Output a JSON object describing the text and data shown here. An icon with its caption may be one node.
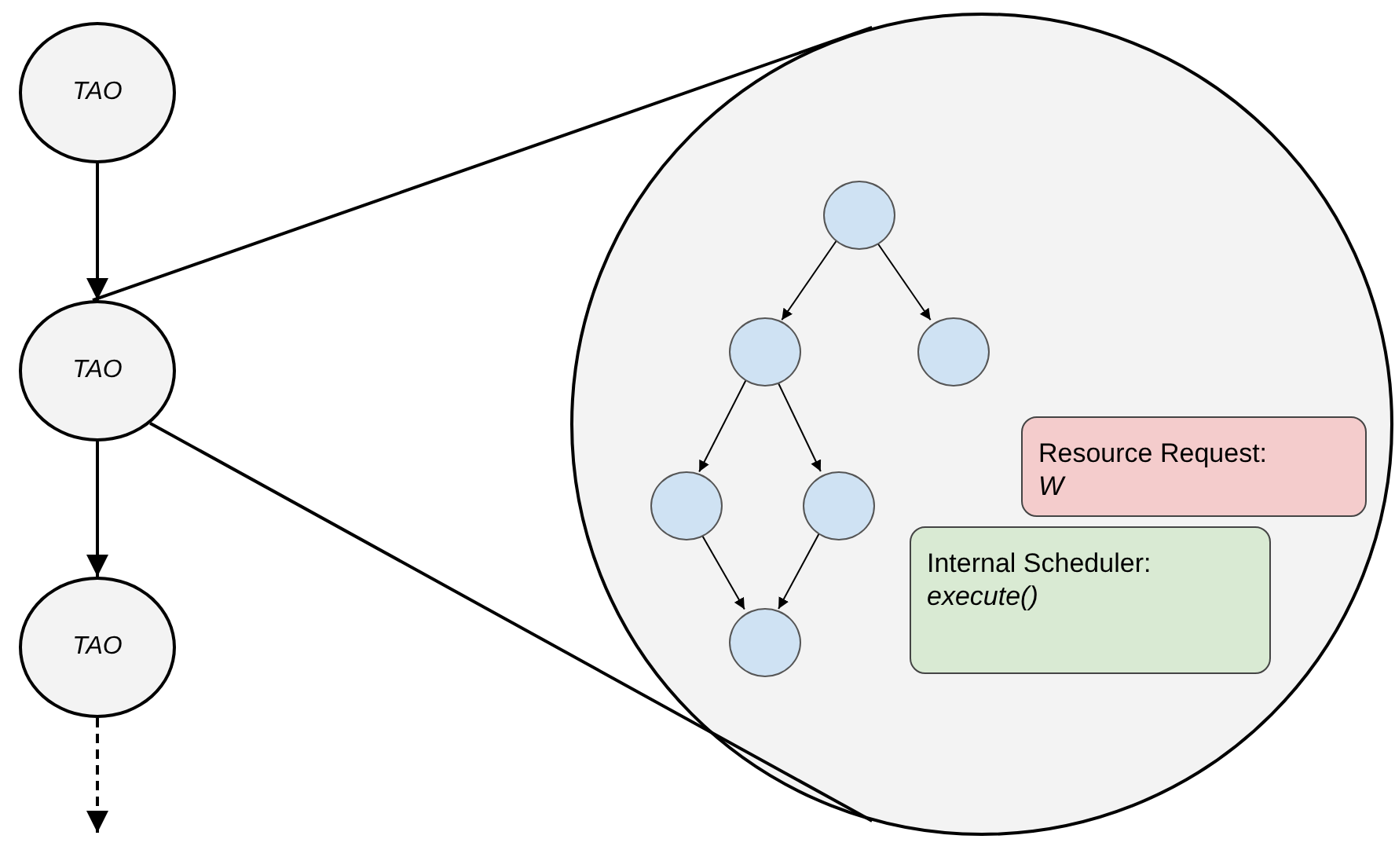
{
  "diagram": {
    "nodes": [
      {
        "text": [
          "TAO"
        ]
      },
      {
        "text": [
          "TAO"
        ]
      },
      {
        "text": [
          "TAO"
        ]
      },
      {
        "text": [],
        "shape": "circle"
      },
      {
        "text": [],
        "shape": "circle",
        "in": 3
      },
      {
        "text": [],
        "shape": "circle",
        "in": 3
      },
      {
        "text": [],
        "shape": "circle",
        "in": 3
      },
      {
        "text": [],
        "shape": "circle",
        "in": 3
      },
      {
        "text": [],
        "shape": "circle",
        "in": 3
      },
      {
        "text": [],
        "shape": "circle",
        "in": 3
      },
      {
        "text": [
          "Resource Request:",
          "W"
        ],
        "in": 3
      },
      {
        "text": [
          "Internal Scheduler:",
          "execute()"
        ],
        "in": 3
      }
    ],
    "edges": [
      {
        "from": 0,
        "to": 1,
        "arrow": "to"
      },
      {
        "from": 1,
        "to": 2,
        "arrow": "to"
      },
      {
        "from": 2,
        "to": null,
        "arrow": "to",
        "style": "dashed"
      },
      {
        "from": 1,
        "to": 3,
        "arrow": "none"
      },
      {
        "from": 1,
        "to": 3,
        "arrow": "none"
      },
      {
        "from": 4,
        "to": 5,
        "arrow": "to"
      },
      {
        "from": 4,
        "to": 6,
        "arrow": "to"
      },
      {
        "from": 5,
        "to": 7,
        "arrow": "to"
      },
      {
        "from": 5,
        "to": 8,
        "arrow": "to"
      },
      {
        "from": 7,
        "to": 9,
        "arrow": "to"
      },
      {
        "from": 8,
        "to": 9,
        "arrow": "to"
      }
    ]
  }
}
